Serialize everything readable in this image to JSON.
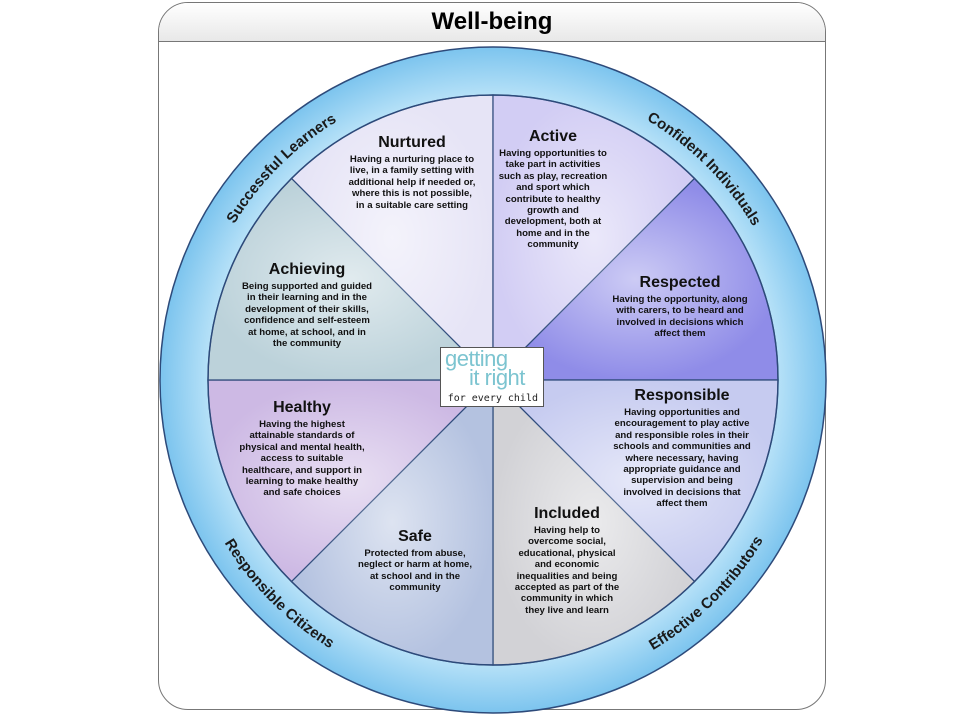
{
  "title": "Well-being",
  "logo": {
    "line1": "getting",
    "line2": "it right",
    "line3": "for every child"
  },
  "ring": {
    "color": "#8ccdf2",
    "labels": [
      "Successful Learners",
      "Confident Individuals",
      "Responsible Citizens",
      "Effective Contributors"
    ]
  },
  "segments": [
    {
      "title": "Nurtured",
      "text": "Having a nurturing place to\nlive, in a family setting with\nadditional help if needed or,\nwhere this is not possible,\nin a suitable care setting",
      "color": "#e6e4f6"
    },
    {
      "title": "Active",
      "text": "Having opportunities to\ntake part in activities\nsuch as play, recreation\nand sport which\ncontribute to healthy\ngrowth and\ndevelopment, both at\nhome and in the\ncommunity",
      "color": "#d2cdf4"
    },
    {
      "title": "Respected",
      "text": "Having the opportunity, along\nwith carers, to be heard and\ninvolved in decisions which\naffect them",
      "color": "#8f8ce8"
    },
    {
      "title": "Responsible",
      "text": "Having opportunities and\nencouragement to play active\nand responsible roles in their\nschools and communities and\nwhere necessary, having\nappropriate guidance and\nsupervision and being\ninvolved in decisions that\naffect them",
      "color": "#c6cbf0"
    },
    {
      "title": "Included",
      "text": "Having help to\novercome social,\neducational, physical\nand economic\ninequalities and being\naccepted as part of the\ncommunity in which\nthey live and learn",
      "color": "#d2d2d6"
    },
    {
      "title": "Safe",
      "text": "Protected from abuse,\nneglect or harm at home,\nat school and in the\ncommunity",
      "color": "#b4c2e0"
    },
    {
      "title": "Healthy",
      "text": "Having the highest\nattainable standards of\nphysical and mental health,\naccess to suitable\nhealthcare, and support in\nlearning to make healthy\nand safe choices",
      "color": "#cdb9e4"
    },
    {
      "title": "Achieving",
      "text": "Being supported and guided\nin their learning and in the\ndevelopment of their skills,\nconfidence and self-esteem\nat home, at school, and in\nthe community",
      "color": "#bcd2da"
    }
  ]
}
